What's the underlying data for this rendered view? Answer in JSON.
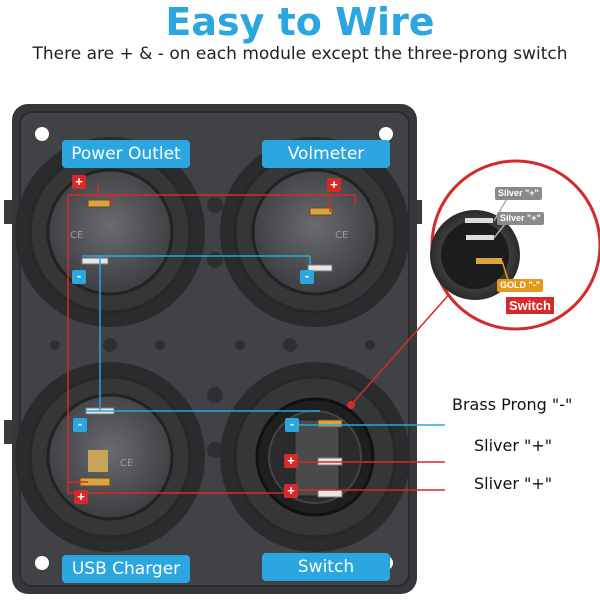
{
  "header": {
    "title": "Easy to Wire",
    "subtitle": "There are + & - on each module except the three-prong switch"
  },
  "modules": {
    "power_outlet": "Power Outlet",
    "voltmeter": "Volmeter",
    "usb_charger": "USB Charger",
    "switch": "Switch"
  },
  "prong_labels": {
    "brass": "Brass Prong \"-\"",
    "sliver_1": "Sliver \"+\"",
    "sliver_2": "Sliver \"+\""
  },
  "callout": {
    "silver_1": "Silver \"+\"",
    "silver_2": "Silver \"+\"",
    "gold": "GOLD \"-\"",
    "switch": "Switch"
  },
  "colors": {
    "accent": "#2ba6de",
    "positive_wire": "#d42a2a",
    "negative_wire": "#2ba6de",
    "panel": "#3a3b3d"
  },
  "polarity_marks": {
    "plus": "+",
    "minus": "-"
  }
}
